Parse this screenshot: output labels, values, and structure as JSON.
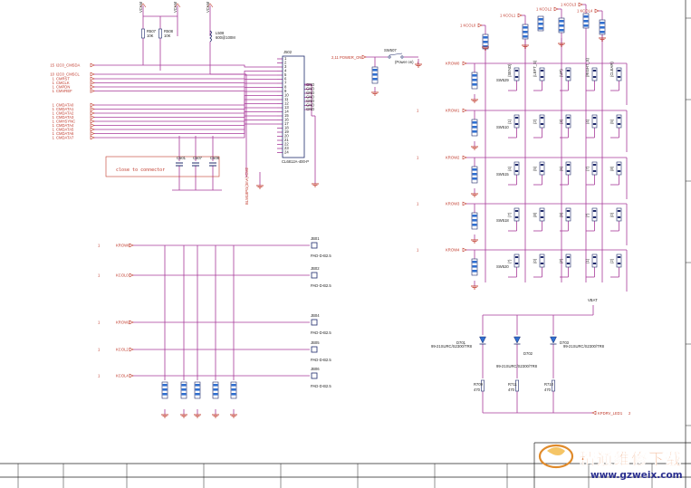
{
  "colors": {
    "wire": "#a83a9a",
    "net": "#c0392b",
    "part": "#1f2a6b",
    "pad": "#2f6fd0",
    "gnd": "#c0392b",
    "ink": "#222222"
  },
  "camera": {
    "vcc_labels": [
      "VCAM",
      "VCAM",
      "VCAM"
    ],
    "resistors": [
      {
        "ref": "R507",
        "val": "10K"
      },
      {
        "ref": "R508",
        "val": "10K"
      }
    ],
    "inductor": {
      "ref": "L508",
      "val": "600@100M"
    },
    "inputs": [
      {
        "num": "15",
        "name": "I2C0_CMSDA"
      },
      {
        "num": "10",
        "name": "I2C0_CMSCL"
      },
      {
        "num": "1",
        "name": "CMRST"
      },
      {
        "num": "1",
        "name": "CMCLK"
      },
      {
        "num": "1",
        "name": "CMPDN"
      },
      {
        "num": "1",
        "name": "CMVREF"
      },
      {
        "num": "1",
        "name": "CMDATA0"
      },
      {
        "num": "1",
        "name": "CMDATA1"
      },
      {
        "num": "1",
        "name": "CMDATA2"
      },
      {
        "num": "1",
        "name": "CMDATA3"
      },
      {
        "num": "1",
        "name": "CMHSYNC"
      },
      {
        "num": "1",
        "name": "CMDATA4"
      },
      {
        "num": "1",
        "name": "CMDATA5"
      },
      {
        "num": "1",
        "name": "CMDATA6"
      },
      {
        "num": "1",
        "name": "CMDATA7"
      }
    ],
    "connector": {
      "ref": "J502",
      "part": "CL6812A-400-P"
    },
    "gnd_pins": [
      "GND",
      "GND",
      "GND",
      "GND",
      "GND",
      "GND",
      "GND"
    ],
    "caps": [
      {
        "ref": "C501"
      },
      {
        "ref": "C507"
      },
      {
        "ref": "C508"
      }
    ],
    "note": "close to connector",
    "side_label": "BLM18PG(3mA)-CM2"
  },
  "power": {
    "num": "2,11",
    "name": "POWER_ON",
    "switch": "SW507",
    "switch_note": "(Power on)"
  },
  "keypad": {
    "col_nets": [
      "KCOL0",
      "KCOL1",
      "KCOL2",
      "KCOL3",
      "KCOL4"
    ],
    "col_nums": [
      "1",
      "1",
      "1",
      "1",
      "1"
    ],
    "row_nets": [
      "KROW0",
      "KROW1",
      "KROW2",
      "KROW3",
      "KROW4"
    ],
    "row_nums": [
      "1",
      "1",
      "1",
      "1",
      "1"
    ],
    "row_parts": [
      "SW529",
      "SW510",
      "SW515",
      "SW518",
      "SW520"
    ],
    "keys": [
      [
        "(SEND)",
        "(LEFT_S)",
        "(UP)",
        "(RIGHT_S)",
        "(CLEAR)"
      ],
      [
        "(1)",
        "(2)",
        "(3)",
        "(4)",
        "(5)"
      ],
      [
        "(4)",
        "(5)",
        "(6)",
        "(7)",
        "(8)"
      ],
      [
        "(7)",
        "(8)",
        "(9)",
        "(*)",
        "(0)"
      ],
      [
        "(*)",
        "(0)",
        "(#)",
        "(1)",
        "(2)"
      ]
    ]
  },
  "pads": {
    "nets": [
      {
        "num": "1",
        "name": "KROW0"
      },
      {
        "num": "1",
        "name": "KCOL0"
      },
      {
        "num": "1",
        "name": "KROW2"
      },
      {
        "num": "1",
        "name": "KCOL2"
      },
      {
        "num": "1",
        "name": "KCOL4"
      }
    ],
    "refs": [
      {
        "ref": "JB01",
        "part": "PAD-D-B2.5"
      },
      {
        "ref": "JB02",
        "part": "PAD-D-B2.5"
      },
      {
        "ref": "JB04",
        "part": "PAD-D-B2.5"
      },
      {
        "ref": "JB05",
        "part": "PAD-D-B2.5"
      },
      {
        "ref": "JB06",
        "part": "PAD-D-B2.5"
      }
    ]
  },
  "led": {
    "vbat": "VBAT",
    "diodes": [
      {
        "ref": "D701",
        "part": "99-21SURC/S2300/TR8"
      },
      {
        "ref": "D702",
        "part": "99-21SURC/S2300/TR8"
      },
      {
        "ref": "D703",
        "part": "99-21SURC/S2300/TR8"
      }
    ],
    "resistors": [
      {
        "ref": "R709",
        "val": "470"
      },
      {
        "ref": "R711",
        "val": "470"
      },
      {
        "ref": "R710",
        "val": "470"
      }
    ],
    "output": {
      "name": "KPDRV_LED1",
      "num": "2"
    }
  },
  "watermark": {
    "cn": "精通维修下载",
    "url": "www.gzweix.com"
  }
}
